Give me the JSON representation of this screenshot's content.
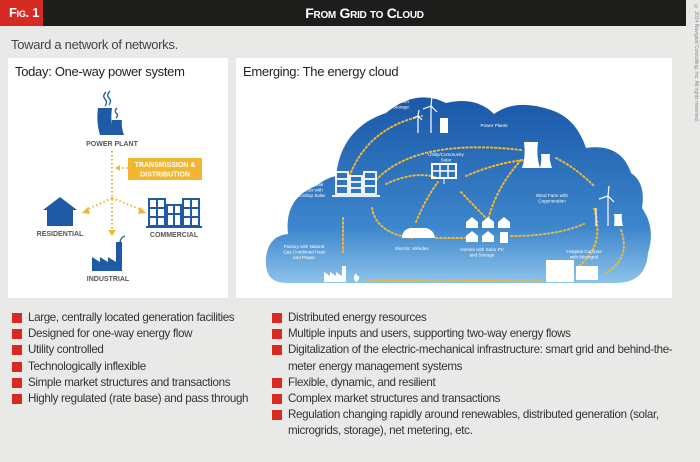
{
  "header": {
    "fig_label": "Fig. 1",
    "title": "From Grid to Cloud"
  },
  "copyright": "© 2014 Navigant Consulting, Inc. All rights reserved.",
  "subtitle": "Toward a network of networks.",
  "left_panel": {
    "title": "Today: One-way power system",
    "labels": {
      "power_plant": "POWER PLANT",
      "td1": "TRANSMISSION &",
      "td2": "DISTRIBUTION",
      "residential": "RESIDENTIAL",
      "commercial": "COMMERCIAL",
      "industrial": "INDUSTRIAL"
    }
  },
  "right_panel": {
    "title": "Emerging: The energy cloud",
    "labels": {
      "wind_storage": [
        "Wind Farm with",
        "Energy Storage"
      ],
      "power_plants": [
        "Power Plants"
      ],
      "utility_solar": [
        "Utility/Community",
        "Solar"
      ],
      "commercial": [
        "Commercial",
        "Offices with",
        "Rooftop Solar"
      ],
      "wind_cogen": [
        "Wind Farm with",
        "Cogeneration"
      ],
      "factory": [
        "Factory with Natural",
        "Gas Combined Heat",
        "and Power"
      ],
      "ev": [
        "Electric Vehicles"
      ],
      "homes": [
        "Homes with Solar PV",
        "and Storage"
      ],
      "hospital": [
        "Hospital Campus",
        "with Microgrid"
      ]
    }
  },
  "colors": {
    "accent_red": "#d52b22",
    "blue": "#1f5aa6",
    "yellow": "#f2b630"
  },
  "bullets_left": [
    "Large, centrally located generation facilities",
    "Designed for one-way energy flow",
    "Utility controlled",
    "Technologically inflexible",
    "Simple market structures and transactions",
    "Highly regulated (rate base) and pass through"
  ],
  "bullets_right": [
    "Distributed energy resources",
    "Multiple inputs and users, supporting two-way energy flows",
    "Digitalization of the electric-mechanical infrastructure: smart grid and behind-the-meter energy management systems",
    "Flexible, dynamic, and resilient",
    "Complex market structures and transactions",
    "Regulation changing rapidly around renewables, distributed generation (solar, microgrids, storage), net metering, etc."
  ]
}
